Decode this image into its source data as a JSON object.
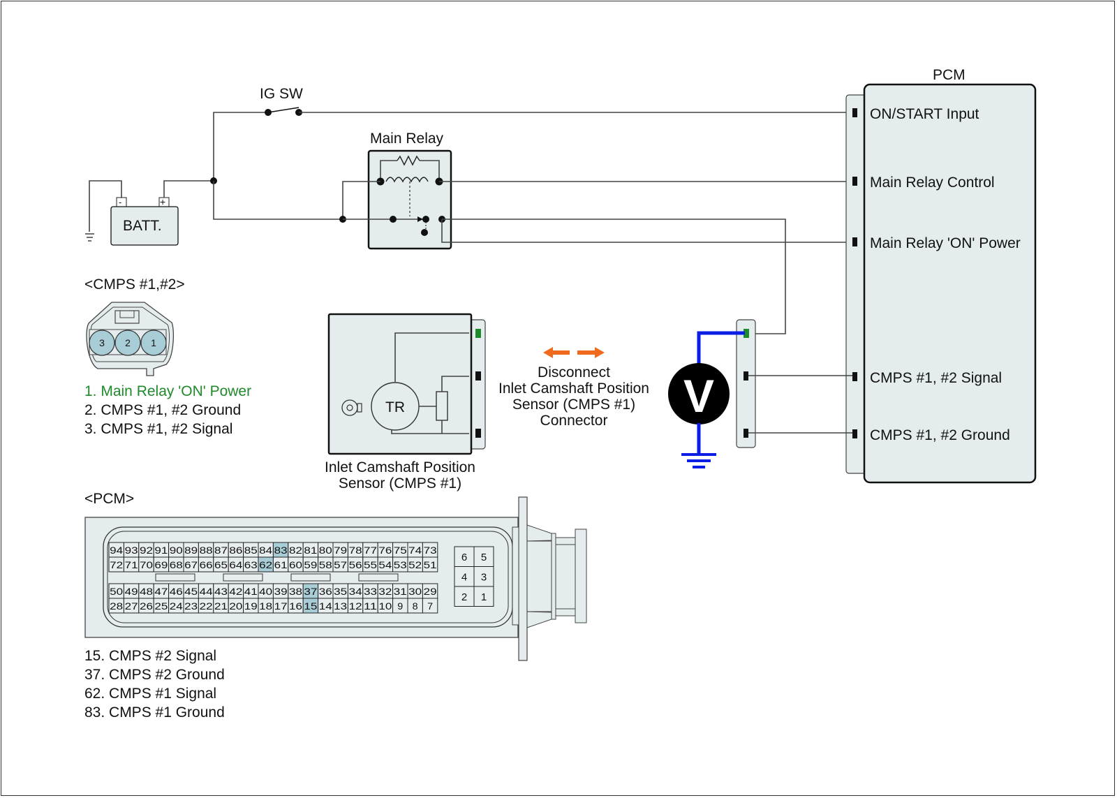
{
  "diagram": {
    "ig_switch_label": "IG SW",
    "main_relay_label": "Main Relay",
    "battery_label": "BATT.",
    "battery_minus": "-",
    "battery_plus": "+",
    "pcm_label": "PCM",
    "pcm_pins": [
      "ON/START Input",
      "Main Relay Control",
      "Main Relay 'ON' Power",
      "CMPS #1, #2 Signal",
      "CMPS #1, #2 Ground"
    ],
    "sensor_label_line1": "Inlet Camshaft Position",
    "sensor_label_line2": "Sensor (CMPS #1)",
    "sensor_inner_label": "TR",
    "disconnect_text": [
      "Disconnect",
      "Inlet Camshaft Position",
      "Sensor (CMPS #1)",
      "Connector"
    ],
    "voltmeter_symbol": "V",
    "colors": {
      "probe_wire": "#0a1ee6",
      "arrow": "#f06a1e",
      "power_pin": "#1e8a2a",
      "highlight": "#a8cdd6",
      "panel": "#e5ecee"
    }
  },
  "cmps_connector": {
    "title": "<CMPS #1,#2>",
    "pin_numbers": [
      "3",
      "2",
      "1"
    ],
    "legend": [
      {
        "text": "1. Main Relay 'ON' Power",
        "highlight": true
      },
      {
        "text": "2. CMPS #1, #2 Ground",
        "highlight": false
      },
      {
        "text": "3. CMPS #1, #2 Signal",
        "highlight": false
      }
    ]
  },
  "pcm_connector": {
    "title": "<PCM>",
    "rows": [
      [
        "94",
        "93",
        "92",
        "91",
        "90",
        "89",
        "88",
        "87",
        "86",
        "85",
        "84",
        "83",
        "82",
        "81",
        "80",
        "79",
        "78",
        "77",
        "76",
        "75",
        "74",
        "73"
      ],
      [
        "72",
        "71",
        "70",
        "69",
        "68",
        "67",
        "66",
        "65",
        "64",
        "63",
        "62",
        "61",
        "60",
        "59",
        "58",
        "57",
        "56",
        "55",
        "54",
        "53",
        "52",
        "51"
      ],
      [
        "50",
        "49",
        "48",
        "47",
        "46",
        "45",
        "44",
        "43",
        "42",
        "41",
        "40",
        "39",
        "38",
        "37",
        "36",
        "35",
        "34",
        "33",
        "32",
        "31",
        "30",
        "29"
      ],
      [
        "28",
        "27",
        "26",
        "25",
        "24",
        "23",
        "22",
        "21",
        "20",
        "19",
        "18",
        "17",
        "16",
        "15",
        "14",
        "13",
        "12",
        "11",
        "10",
        "9",
        "8",
        "7"
      ]
    ],
    "highlighted_pins": [
      "83",
      "62",
      "37",
      "15"
    ],
    "small_block": [
      [
        "6",
        "5"
      ],
      [
        "4",
        "3"
      ],
      [
        "2",
        "1"
      ]
    ],
    "legend": [
      "15. CMPS #2 Signal",
      "37. CMPS #2 Ground",
      "62. CMPS #1 Signal",
      "83. CMPS #1 Ground"
    ]
  }
}
